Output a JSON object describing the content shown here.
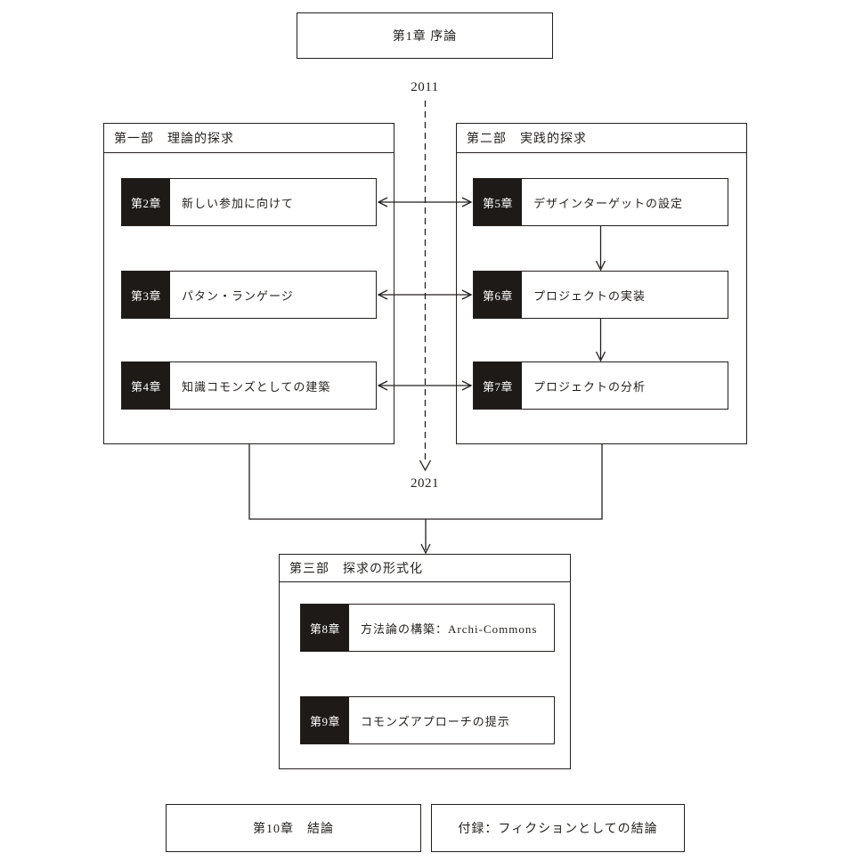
{
  "title_box": {
    "label": "第1章 序論"
  },
  "timeline": {
    "start": "2011",
    "end": "2021"
  },
  "parts": [
    {
      "title": "第一部　理論的探求",
      "chapters": [
        {
          "no": "第2章",
          "title": "新しい参加に向けて"
        },
        {
          "no": "第3章",
          "title": "パタン・ランゲージ"
        },
        {
          "no": "第4章",
          "title": "知識コモンズとしての建築"
        }
      ]
    },
    {
      "title": "第二部　実践的探求",
      "chapters": [
        {
          "no": "第5章",
          "title": "デザインターゲットの設定"
        },
        {
          "no": "第6章",
          "title": "プロジェクトの実装"
        },
        {
          "no": "第7章",
          "title": "プロジェクトの分析"
        }
      ]
    },
    {
      "title": "第三部　探求の形式化",
      "chapters": [
        {
          "no": "第8章",
          "title": "方法論の構築：Archi-Commons"
        },
        {
          "no": "第9章",
          "title": "コモンズアプローチの提示"
        }
      ]
    }
  ],
  "footer": {
    "conclusion": "第10章　結論",
    "appendix": "付録：フィクションとしての結論"
  },
  "colors": {
    "ink": "#231f1d",
    "chapter_label_bg": "#1d1a18",
    "chapter_label_fg": "#ffffff",
    "background": "#ffffff"
  }
}
